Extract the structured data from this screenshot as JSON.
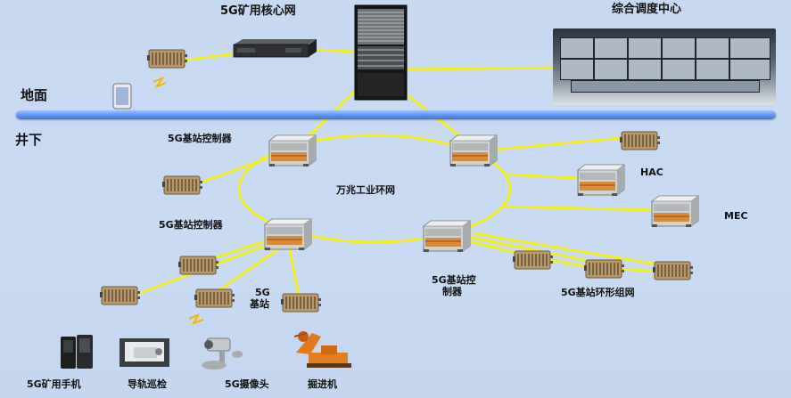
{
  "labels": {
    "core_network": "5G矿用核心网",
    "dispatch_center": "综合调度中心",
    "surface": "地面",
    "underground": "井下",
    "controller_top": "5G基站控制器",
    "controller_left": "5G基站控制器",
    "controller_right_line1": "5G基站控",
    "controller_right_line2": "制器",
    "industrial_ring": "万兆工业环网",
    "hac": "HAC",
    "mec": "MEC",
    "base_station_line1": "5G",
    "base_station_line2": "基站",
    "ring_network": "5G基站环形组网",
    "terminal_phone": "5G矿用手机",
    "terminal_rail": "导轨巡检",
    "terminal_camera": "5G摄像头",
    "terminal_roadheader": "掘进机"
  },
  "colors": {
    "link": "#f2ee28",
    "background": "#c8daf2",
    "divider": "#5d94f0",
    "signal": "#f5b400"
  },
  "icons": {
    "base_station": "base-station-icon",
    "controller": "controller-icon",
    "server": "server-rack-icon",
    "switch": "network-switch-icon",
    "screen": "video-wall-icon",
    "phone": "phone-icon",
    "signal": "signal-bolt-icon",
    "mine_phone": "mine-phone-icon",
    "rail_inspector": "rail-inspector-icon",
    "camera": "camera-icon",
    "roadheader": "roadheader-icon"
  }
}
